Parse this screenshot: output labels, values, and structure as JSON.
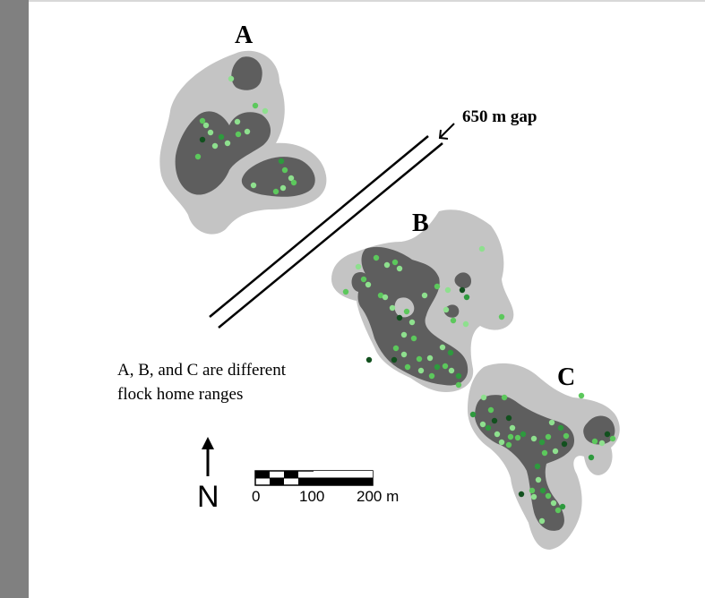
{
  "map": {
    "home_ranges": [
      {
        "label": "A"
      },
      {
        "label": "B"
      },
      {
        "label": "C"
      }
    ],
    "gap_label": "650 m gap",
    "note_lines": [
      "A, B, and C are different",
      "flock home ranges"
    ],
    "north_label": "N",
    "scale_bar": {
      "tick_labels": [
        "0",
        "100",
        "200 m"
      ]
    },
    "colors": {
      "outer_range": "#c4c4c4",
      "core_range": "#5e5e5e",
      "left_border": "#808080",
      "points": [
        "#8ee08e",
        "#5cc85c",
        "#2e9a3e",
        "#12501e"
      ]
    }
  }
}
